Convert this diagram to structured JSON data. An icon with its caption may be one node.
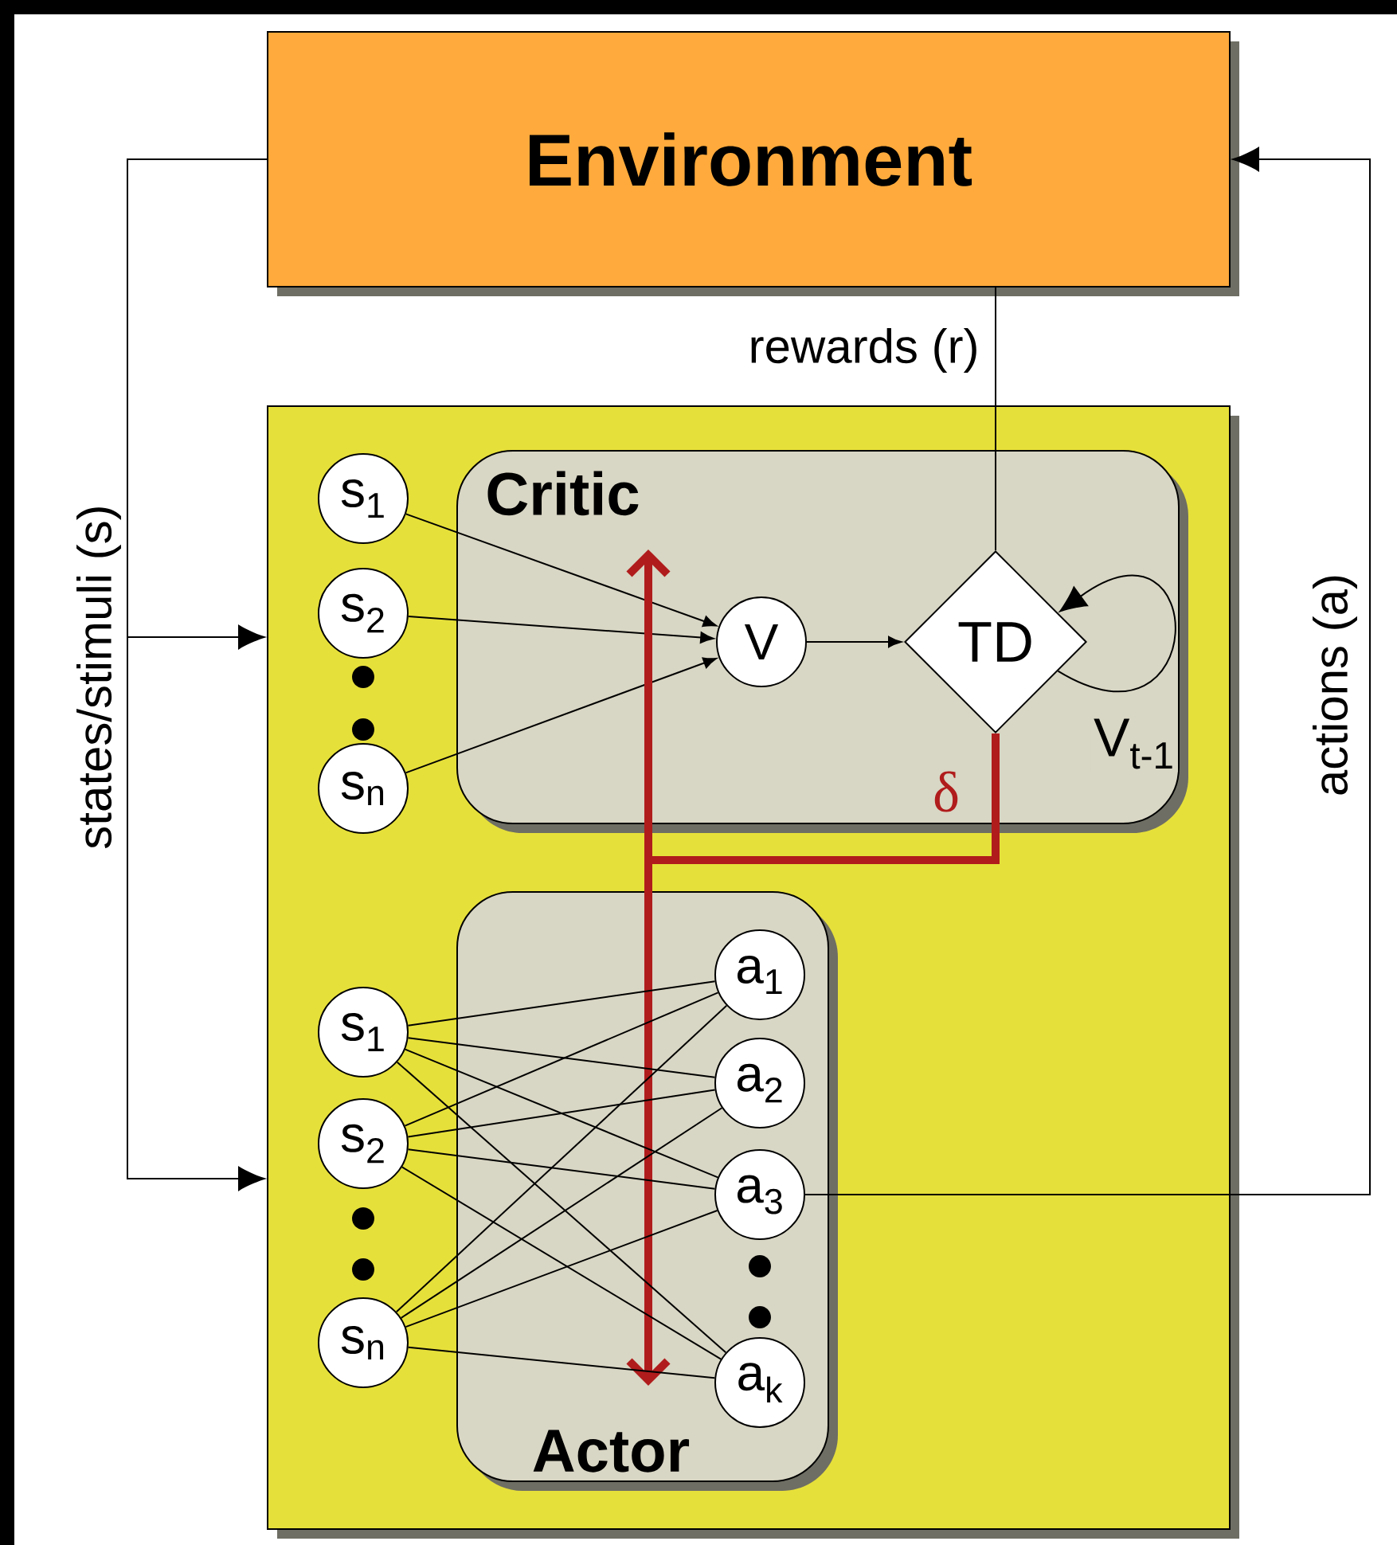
{
  "diagram": {
    "nodes": [
      {
        "text": [
          "Environment"
        ]
      },
      {
        "text": [],
        "shape": "box"
      },
      {
        "text": [
          "Critic"
        ],
        "in": 1
      },
      {
        "text": [
          "Actor"
        ],
        "in": 1
      },
      {
        "text": [
          "s$_{1}$"
        ],
        "in": 1
      },
      {
        "text": [
          "s$_{2}$"
        ],
        "in": 1
      },
      {
        "text": [
          "s$_{n}$"
        ],
        "in": 1
      },
      {
        "text": [
          "V"
        ],
        "in": 2
      },
      {
        "text": [
          "TD"
        ],
        "in": 2
      },
      {
        "text": [
          "s$_{1}$"
        ],
        "in": 1
      },
      {
        "text": [
          "s$_{2}$"
        ],
        "in": 1
      },
      {
        "text": [
          "s$_{n}$"
        ],
        "in": 1
      },
      {
        "text": [
          "a$_{1}$"
        ],
        "in": 3
      },
      {
        "text": [
          "a$_{2}$"
        ],
        "in": 3
      },
      {
        "text": [
          "a$_{3}$"
        ],
        "in": 3
      },
      {
        "text": [
          "a$_{k}$"
        ],
        "in": 3
      }
    ],
    "edges": [
      {
        "from": 0,
        "to": 1,
        "arrow": "to",
        "label": "states/stimuli (s)"
      },
      {
        "from": 0,
        "to": 1,
        "arrow": "to"
      },
      {
        "from": 14,
        "to": 0,
        "arrow": "to",
        "label": "actions (a)"
      },
      {
        "from": 0,
        "to": 8,
        "arrow": "none",
        "label": "rewards (r)"
      },
      {
        "from": 4,
        "to": 7,
        "arrow": "to"
      },
      {
        "from": 5,
        "to": 7,
        "arrow": "to"
      },
      {
        "from": 6,
        "to": 7,
        "arrow": "to"
      },
      {
        "from": 7,
        "to": 8,
        "arrow": "to"
      },
      {
        "from": 8,
        "to": 8,
        "arrow": "to",
        "label": "V$_{t-1}$"
      },
      {
        "from": 8,
        "to": null,
        "arrow": "to",
        "label": "δ",
        "style": "thick",
        "color": "#b01c1c"
      },
      {
        "from": 8,
        "to": null,
        "arrow": "to",
        "style": "thick",
        "color": "#b01c1c"
      },
      {
        "from": 9,
        "to": 12,
        "arrow": "none"
      },
      {
        "from": 9,
        "to": 13,
        "arrow": "none"
      },
      {
        "from": 9,
        "to": 14,
        "arrow": "none"
      },
      {
        "from": 9,
        "to": 15,
        "arrow": "none"
      },
      {
        "from": 10,
        "to": 12,
        "arrow": "none"
      },
      {
        "from": 10,
        "to": 13,
        "arrow": "none"
      },
      {
        "from": 10,
        "to": 14,
        "arrow": "none"
      },
      {
        "from": 10,
        "to": 15,
        "arrow": "none"
      },
      {
        "from": 11,
        "to": 12,
        "arrow": "none"
      },
      {
        "from": 11,
        "to": 13,
        "arrow": "none"
      },
      {
        "from": 11,
        "to": 14,
        "arrow": "none"
      },
      {
        "from": 11,
        "to": 15,
        "arrow": "none"
      }
    ]
  }
}
